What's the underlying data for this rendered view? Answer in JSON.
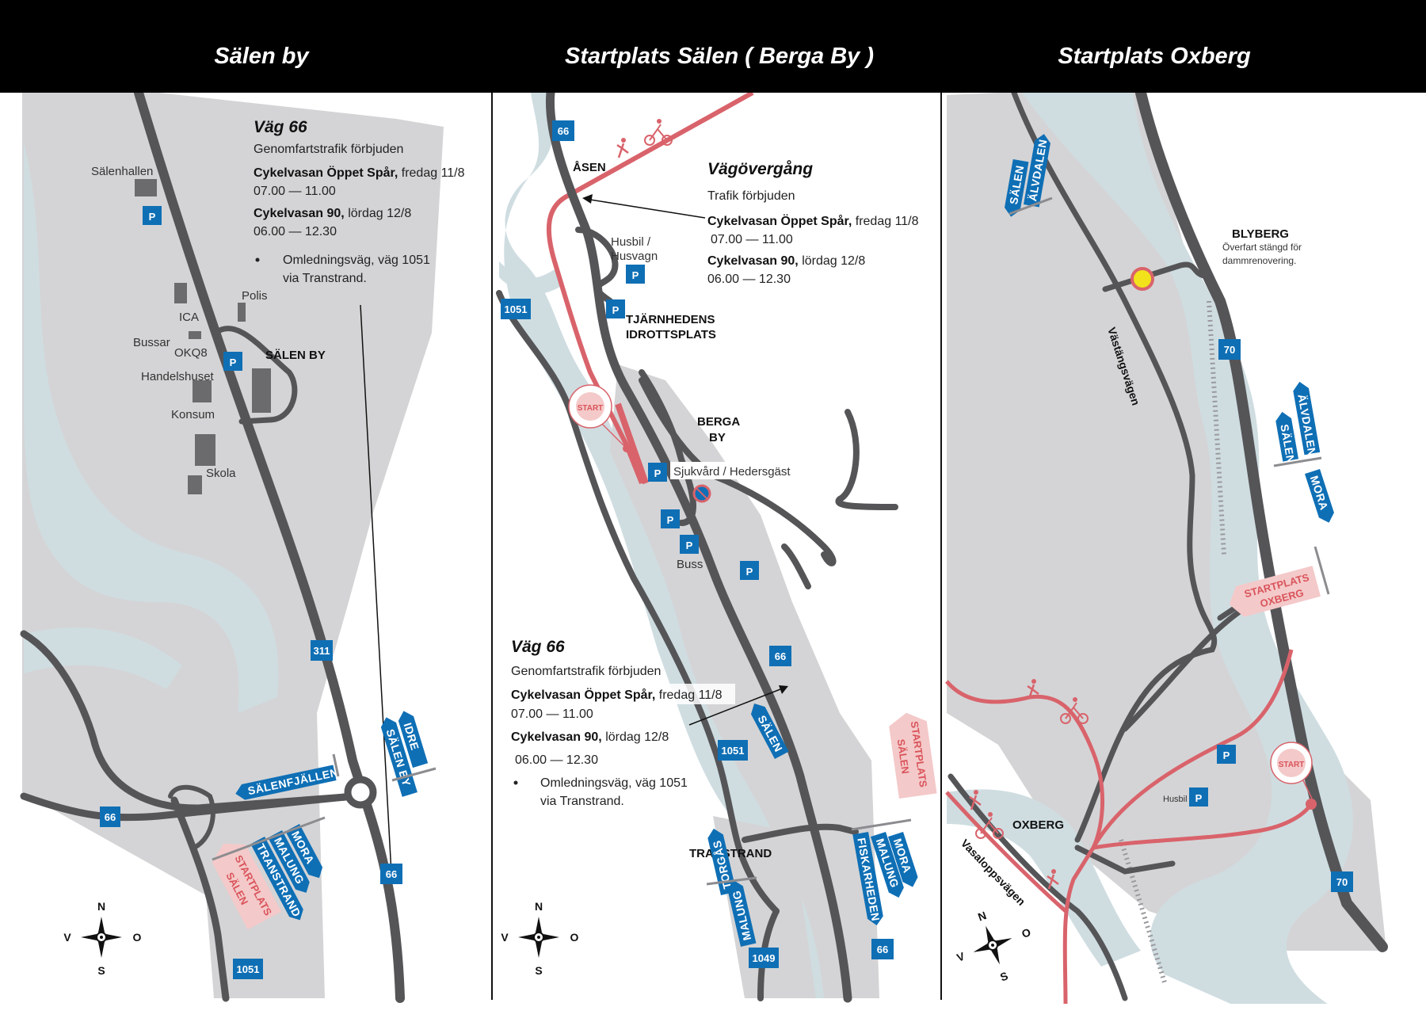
{
  "colors": {
    "road": "#555558",
    "land": "#d4d4d6",
    "water": "#cfdde1",
    "route_red": "#d9636b",
    "sign_blue": "#0f6fb5",
    "sign_pink": "#f4c9c9",
    "closure_yellow": "#f2e21b"
  },
  "header": {
    "titles": [
      "Sälen by",
      "Startplats Sälen ( Berga By )",
      "Startplats Oxberg"
    ]
  },
  "panel1": {
    "places": {
      "salenhallen": "Sälenhallen",
      "polis": "Polis",
      "ica": "ICA",
      "bussar": "Bussar",
      "okq8": "OKQ8",
      "handelshuset": "Handelshuset",
      "konsum": "Konsum",
      "skola": "Skola",
      "salen_by": "SÄLEN BY"
    },
    "info": {
      "heading": "Väg 66",
      "line1": "Genomfartstrafik förbjuden",
      "event1_name": "Cykelvasan Öppet Spår,",
      "event1_day": " fredag 11/8",
      "event1_time": "07.00 — 11.00",
      "event2_name": "Cykelvasan 90,",
      "event2_day": " lördag 12/8",
      "event2_time": "06.00 — 12.30",
      "detour1": "Omledningsväg, väg 1051",
      "detour2": "via Transtrand."
    },
    "shields": {
      "r311": "311",
      "r66a": "66",
      "r66b": "66",
      "r1051": "1051"
    },
    "signs": {
      "salenfjallen": "SÄLENFJÄLLEN",
      "idre": "IDRE",
      "salen_by": "SÄLEN BY",
      "mora": "MORA",
      "malung": "MALUNG",
      "transtrand": "TRANSTRAND",
      "startplats": "STARTPLATS",
      "salen": "SÄLEN"
    },
    "parking": "P"
  },
  "panel2": {
    "places": {
      "asen": "ÅSEN",
      "husbil1": "Husbil /",
      "husbil2": "Husvagn",
      "tjarn1": "TJÄRNHEDENS",
      "tjarn2": "IDROTTSPLATS",
      "berga1": "BERGA",
      "berga2": "BY",
      "sjukvard": "Sjukvård / Hedersgäst",
      "buss": "Buss",
      "transtrand": "TRANSTRAND",
      "start": "START"
    },
    "info_top": {
      "heading": "Vägövergång",
      "line1": "Trafik förbjuden",
      "event1_name": "Cykelvasan Öppet Spår,",
      "event1_day": " fredag 11/8",
      "event1_time": "07.00 — 11.00",
      "event2_name": "Cykelvasan 90,",
      "event2_day": " lördag 12/8",
      "event2_time": "06.00 — 12.30"
    },
    "info_bottom": {
      "heading": "Väg 66",
      "line1": "Genomfartstrafik förbjuden",
      "event1_name": "Cykelvasan Öppet Spår,",
      "event1_day": " fredag 11/8",
      "event1_time": "07.00 — 11.00",
      "event2_name": "Cykelvasan 90,",
      "event2_day": " lördag 12/8",
      "event2_time": "06.00 — 12.30",
      "detour1": "Omledningsväg, väg 1051",
      "detour2": "via Transtrand."
    },
    "shields": {
      "r66a": "66",
      "r1051a": "1051",
      "r66b": "66",
      "r1051b": "1051",
      "r1049": "1049",
      "r66c": "66"
    },
    "signs": {
      "salen": "SÄLEN",
      "startplats": "STARTPLATS",
      "salen2": "SÄLEN",
      "mora": "MORA",
      "malung": "MALUNG",
      "fiskarheden": "FISKARHEDEN",
      "torgas": "TORGÅS",
      "malung2": "MALUNG"
    },
    "parking": "P"
  },
  "panel3": {
    "places": {
      "blyberg": "BLYBERG",
      "overfart1": "Överfart stängd för",
      "overfart2": "dammrenovering.",
      "vastangsvagen": "Västängsvägen",
      "oxberg": "OXBERG",
      "vasaloppsvagen": "Vasaloppsvägen",
      "husbil": "Husbil",
      "start": "START"
    },
    "shields": {
      "r70a": "70",
      "r70b": "70"
    },
    "signs": {
      "salen": "SÄLEN",
      "alvdalen": "ÄLVDALEN",
      "alvdalen2": "ÄLVDALEN",
      "salen2": "SÄLEN",
      "mora": "MORA",
      "startplats": "STARTPLATS",
      "oxberg": "OXBERG"
    },
    "parking": "P"
  },
  "compass": {
    "n": "N",
    "s": "S",
    "v": "V",
    "o": "O"
  }
}
